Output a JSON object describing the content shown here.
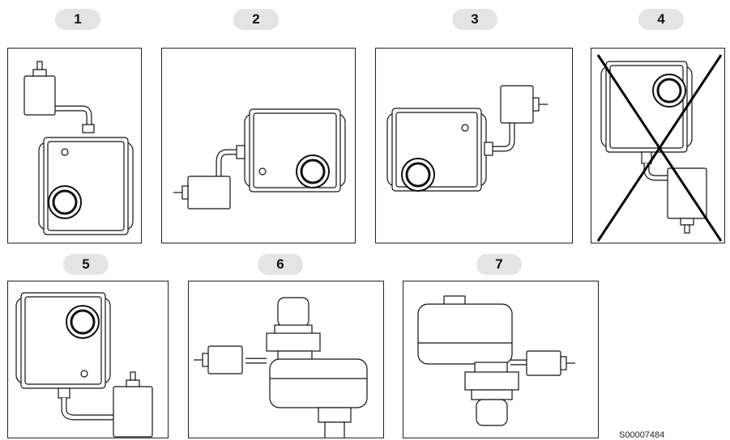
{
  "positions": [
    {
      "number": "1",
      "allowed": true,
      "view": "top"
    },
    {
      "number": "2",
      "allowed": true,
      "view": "top"
    },
    {
      "number": "3",
      "allowed": true,
      "view": "top"
    },
    {
      "number": "4",
      "allowed": false,
      "view": "top"
    },
    {
      "number": "5",
      "allowed": true,
      "view": "top"
    },
    {
      "number": "6",
      "allowed": true,
      "view": "side"
    },
    {
      "number": "7",
      "allowed": true,
      "view": "side"
    }
  ],
  "document_id": "S00007484",
  "colors": {
    "badge": "#e4e4e4",
    "line": "#111111",
    "cross": "#000000"
  }
}
